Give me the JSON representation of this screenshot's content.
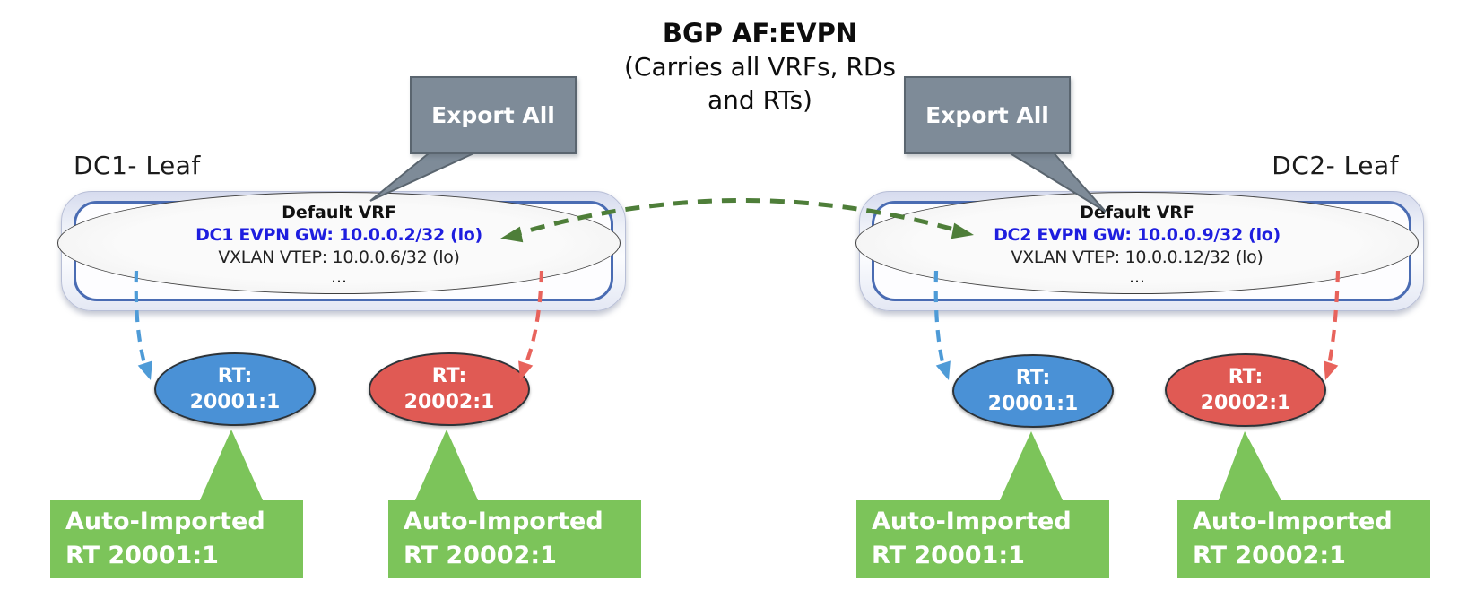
{
  "title": {
    "line1": "BGP AF:EVPN",
    "line2": "(Carries all VRFs, RDs",
    "line3": "and RTs)"
  },
  "callouts": {
    "left": "Export All",
    "right": "Export All"
  },
  "dc1": {
    "label": "DC1- Leaf",
    "vrf_title": "Default VRF",
    "evpn_gw": "DC1 EVPN GW: 10.0.0.2/32 (lo)",
    "vxlan_vtep": "VXLAN VTEP: 10.0.0.6/32 (lo)",
    "ellipsis": "...",
    "rt_blue_label": "RT:",
    "rt_blue_value": "20001:1",
    "rt_red_label": "RT:",
    "rt_red_value": "20002:1",
    "auto_import_blue_line1": "Auto-Imported",
    "auto_import_blue_line2": "RT 20001:1",
    "auto_import_red_line1": "Auto-Imported",
    "auto_import_red_line2": "RT 20002:1"
  },
  "dc2": {
    "label": "DC2- Leaf",
    "vrf_title": "Default VRF",
    "evpn_gw": "DC2 EVPN GW: 10.0.0.9/32 (lo)",
    "vxlan_vtep": "VXLAN VTEP: 10.0.0.12/32 (lo)",
    "ellipsis": "...",
    "rt_blue_label": "RT:",
    "rt_blue_value": "20001:1",
    "rt_red_label": "RT:",
    "rt_red_value": "20002:1",
    "auto_import_blue_line1": "Auto-Imported",
    "auto_import_blue_line2": "RT 20001:1",
    "auto_import_red_line1": "Auto-Imported",
    "auto_import_red_line2": "RT 20002:1"
  },
  "colors": {
    "callout_gray": "#7e8b98",
    "callout_border": "#5a656f",
    "leaf_border": "#b7bed6",
    "inner_border": "#4a6cb3",
    "ellipse_stroke": "#3f3f3f",
    "evpn_blue_text": "#1e1edf",
    "rt_blue": "#4a91d6",
    "rt_red": "#e05a54",
    "rt_stroke": "#2d3338",
    "green": "#7cc45a",
    "arrow_green": "#4e7e39",
    "arrow_blue": "#4e9bd7",
    "arrow_red": "#e8635c"
  }
}
